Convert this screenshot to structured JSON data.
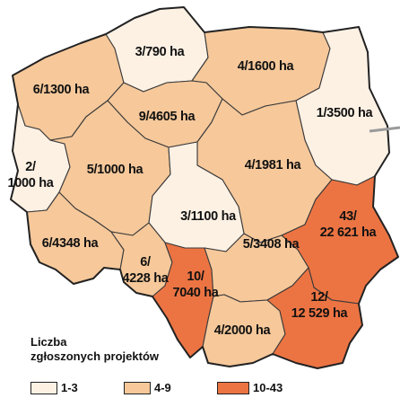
{
  "colors": {
    "low": "#fdf1e4",
    "mid": "#f6c89a",
    "high": "#ec7443",
    "border": "#3a3a3a"
  },
  "regions": [
    {
      "id": "zachodniopomorskie",
      "label_lines": [
        "6/1300 ha"
      ],
      "class": "mid"
    },
    {
      "id": "pomorskie",
      "label_lines": [
        "3/790 ha"
      ],
      "class": "low"
    },
    {
      "id": "warminsko-mazurskie",
      "label_lines": [
        "4/1600 ha"
      ],
      "class": "mid"
    },
    {
      "id": "podlaskie",
      "label_lines": [
        "1/3500 ha"
      ],
      "class": "low"
    },
    {
      "id": "kujawsko-pomorskie",
      "label_lines": [
        "9/4605 ha"
      ],
      "class": "mid"
    },
    {
      "id": "lubuskie",
      "label_lines": [
        "2/",
        "1000 ha"
      ],
      "class": "low"
    },
    {
      "id": "wielkopolskie",
      "label_lines": [
        "5/1000 ha"
      ],
      "class": "mid"
    },
    {
      "id": "mazowieckie",
      "label_lines": [
        "4/1981 ha"
      ],
      "class": "mid"
    },
    {
      "id": "lodzkie",
      "label_lines": [
        "3/1100 ha"
      ],
      "class": "low"
    },
    {
      "id": "lubelskie",
      "label_lines": [
        "43/",
        "22 621 ha"
      ],
      "class": "high"
    },
    {
      "id": "dolnoslaskie",
      "label_lines": [
        "6/4348 ha"
      ],
      "class": "mid"
    },
    {
      "id": "opolskie",
      "label_lines": [
        "6/",
        "4228 ha"
      ],
      "class": "mid"
    },
    {
      "id": "slaskie",
      "label_lines": [
        "10/",
        "7040 ha"
      ],
      "class": "high"
    },
    {
      "id": "swietokrzyskie",
      "label_lines": [
        "5/3408 ha"
      ],
      "class": "mid"
    },
    {
      "id": "malopolskie",
      "label_lines": [
        "4/2000 ha"
      ],
      "class": "mid"
    },
    {
      "id": "podkarpackie",
      "label_lines": [
        "12/",
        "12 529 ha"
      ],
      "class": "high"
    }
  ],
  "legend": {
    "title_line1": "Liczba",
    "title_line2": "zgłoszonych projektów",
    "items": [
      {
        "label": "1-3",
        "class": "low"
      },
      {
        "label": "4-9",
        "class": "mid"
      },
      {
        "label": "10-43",
        "class": "high"
      }
    ]
  }
}
